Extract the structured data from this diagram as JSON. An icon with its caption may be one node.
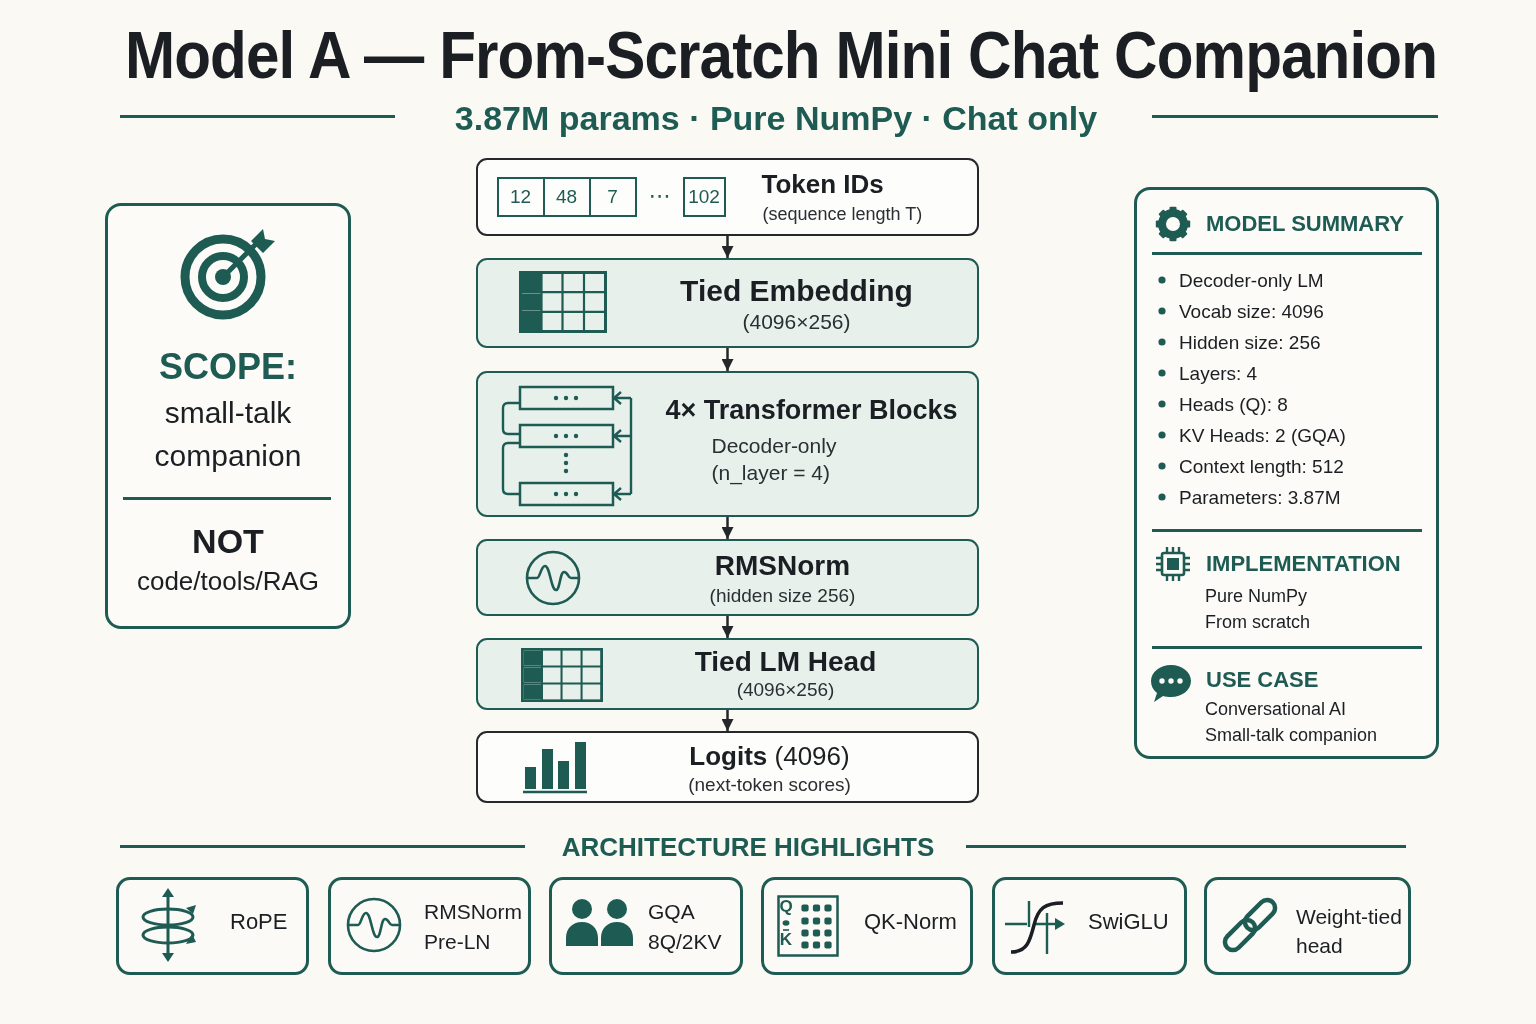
{
  "diagram": {
    "title": "Model A — From-Scratch Mini Chat Companion",
    "nodes": [
      {
        "text": [
          "SCOPE:",
          "small-talk companion",
          "NOT",
          "code/tools/RAG"
        ]
      },
      {
        "text": [
          "Token IDs",
          "(sequence length T)"
        ]
      },
      {
        "text": [
          "12"
        ],
        "in": 1
      },
      {
        "text": [
          "48"
        ],
        "in": 1
      },
      {
        "text": [
          "7"
        ],
        "in": 1
      },
      {
        "text": [
          "102"
        ],
        "in": 1
      },
      {
        "text": [
          "Tied Embedding",
          "(4096×256)"
        ]
      },
      {
        "text": [
          "4× Transformer Blocks",
          "Decoder-only",
          "(n_layer = 4)"
        ]
      },
      {
        "text": [
          "RMSNorm",
          "(hidden size 256)"
        ]
      },
      {
        "text": [
          "Tied LM Head",
          "(4096×256)"
        ]
      },
      {
        "text": [
          "**Logits** (4096)",
          "(next-token scores)"
        ]
      },
      {
        "text": [
          "MODEL SUMMARY",
          "Decoder-only LM",
          "Vocab size: 4096",
          "Hidden size: 256",
          "Layers: 4",
          "Heads (Q): 8",
          "KV Heads: 2 (GQA)",
          "Context length: 512",
          "Parameters: 3.87M",
          "IMPLEMENTATION",
          "Pure NumPy",
          "From scratch",
          "USE CASE",
          "Conversational AI",
          "Small-talk companion"
        ]
      },
      {
        "text": [
          "RoPE"
        ]
      },
      {
        "text": [
          "RMSNorm",
          "Pre-LN"
        ]
      },
      {
        "text": [
          "GQA",
          "8Q/2KV"
        ]
      },
      {
        "text": [
          "QK-Norm"
        ]
      },
      {
        "text": [
          "SwiGLU"
        ]
      },
      {
        "text": [
          "Weight-tied head"
        ]
      }
    ],
    "edges": [
      {
        "from": 1,
        "to": 6,
        "arrow": "to"
      },
      {
        "from": 6,
        "to": 7,
        "arrow": "to"
      },
      {
        "from": 7,
        "to": 8,
        "arrow": "to"
      },
      {
        "from": 8,
        "to": 9,
        "arrow": "to"
      },
      {
        "from": 9,
        "to": 10,
        "arrow": "to"
      }
    ],
    "labels": [
      "3.87M params · Pure NumPy · Chat only",
      "⋯",
      "ARCHITECTURE HIGHLIGHTS",
      "Q",
      "K"
    ]
  }
}
